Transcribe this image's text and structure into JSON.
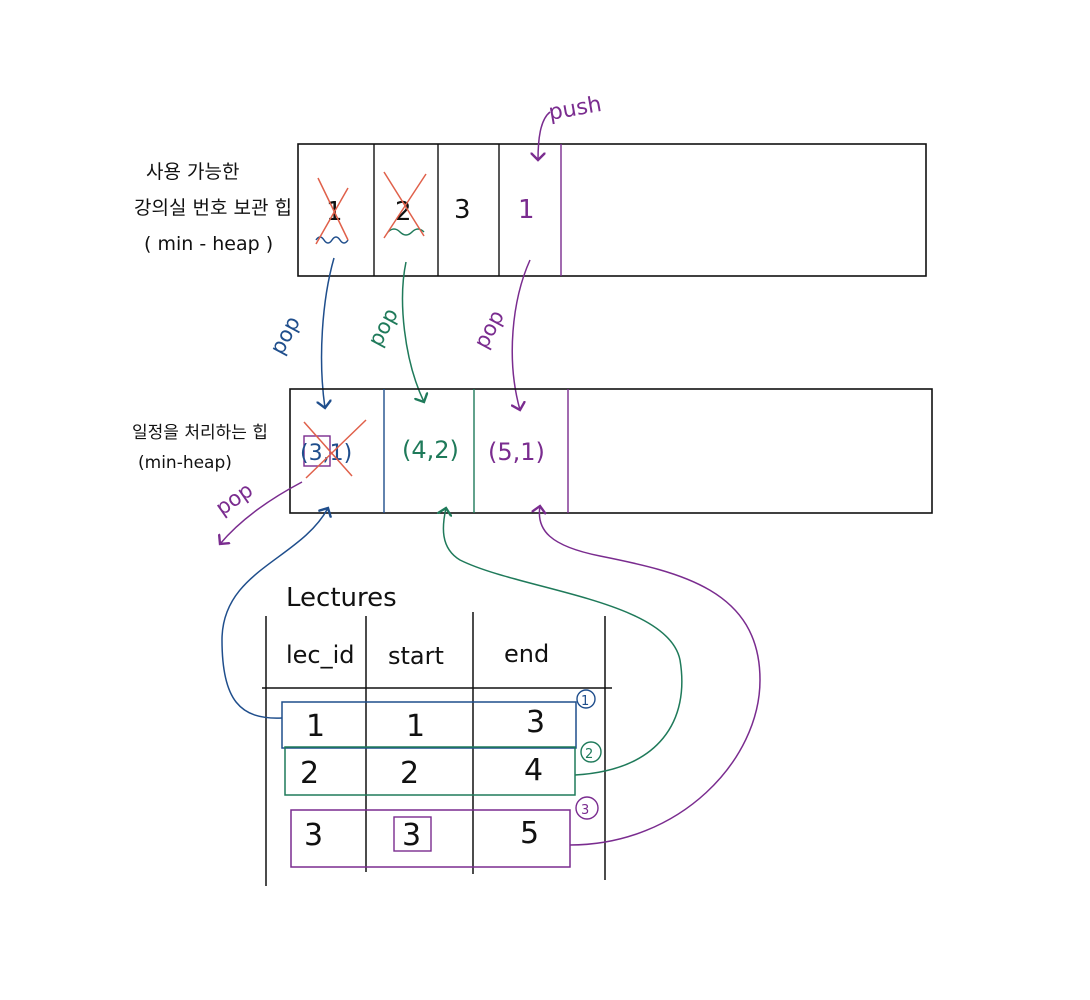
{
  "colors": {
    "ink": "#111111",
    "blue": "#1f4e8c",
    "green": "#1f7a5a",
    "purple": "#7a2c8f",
    "red": "#e0604a"
  },
  "room_heap": {
    "label_lines": [
      "사용 가능한",
      "강의실 번호 보관 힙",
      "( min - heap )"
    ],
    "cells": [
      "1",
      "2",
      "3",
      "1"
    ],
    "push_label": "push"
  },
  "schedule_heap": {
    "label_lines": [
      "일정을 처리하는 힙",
      "(min-heap)"
    ],
    "cells": [
      "(3,1)",
      "(4,2)",
      "(5,1)"
    ],
    "pop_label": "pop"
  },
  "pop_labels": [
    "pop",
    "pop",
    "pop",
    "pop"
  ],
  "lectures": {
    "title": "Lectures",
    "headers": [
      "lec_id",
      "start",
      "end"
    ],
    "rows": [
      [
        "1",
        "1",
        "3"
      ],
      [
        "2",
        "2",
        "4"
      ],
      [
        "3",
        "3",
        "5"
      ]
    ],
    "row_markers": [
      "1",
      "2",
      "3"
    ]
  }
}
